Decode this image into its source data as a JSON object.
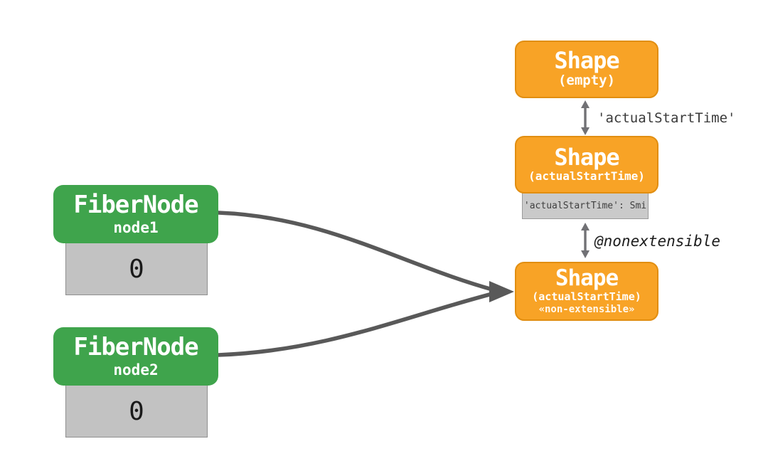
{
  "fiber_nodes": [
    {
      "title": "FiberNode",
      "name": "node1",
      "value": "0"
    },
    {
      "title": "FiberNode",
      "name": "node2",
      "value": "0"
    }
  ],
  "shapes": [
    {
      "title": "Shape",
      "subtitle": "(empty)"
    },
    {
      "title": "Shape",
      "subtitle": "(actualStartTime)",
      "property": "'actualStartTime': Smi"
    },
    {
      "title": "Shape",
      "subtitle": "(actualStartTime)",
      "badge": "«non-extensible»"
    }
  ],
  "edges": [
    {
      "label": "'actualStartTime'"
    },
    {
      "label": "@nonextensible"
    }
  ],
  "colors": {
    "background": "#FFFFFF",
    "shape_fill": "#F8A326",
    "shape_border": "#E18E11",
    "fiber_fill": "#3FA44C",
    "value_fill": "#C2C2C2",
    "value_border": "#8F8F8F",
    "property_fill": "#CACACA",
    "property_border": "#9B9B9B",
    "arrow": "#595959",
    "transition_arrow": "#717175"
  }
}
